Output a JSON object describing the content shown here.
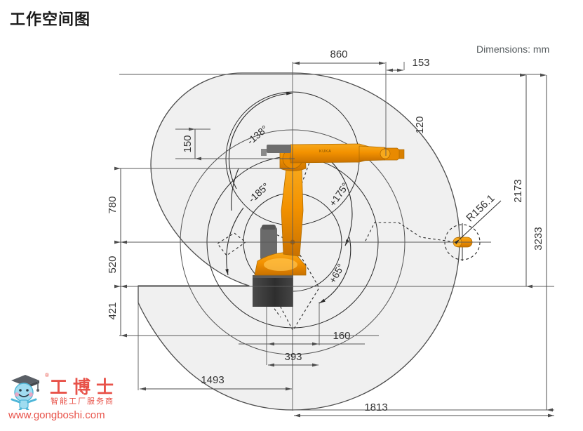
{
  "header": {
    "title": "工作空间图",
    "units_note": "Dimensions: mm"
  },
  "diagram": {
    "type": "robot-working-envelope",
    "robot_color": "#F39200",
    "robot_base_color": "#3a3a3a",
    "envelope_fill": "#f0f0f0",
    "envelope_stroke": "#4d4d4d",
    "dimension_line_color": "#4d4d4d",
    "dimensions": {
      "top_860": "860",
      "top_153": "153",
      "right_2173": "2173",
      "right_3233": "3233",
      "left_150": "150",
      "left_780": "780",
      "left_520": "520",
      "left_421": "421",
      "right_120": "120",
      "bottom_160": "160",
      "bottom_393": "393",
      "bottom_1493": "1493",
      "bottom_1813": "1813",
      "radius_r156": "R156.1"
    },
    "angles": {
      "a1_neg138": "-138°",
      "a2_neg185": "-185°",
      "a3_pos175": "+175°",
      "a4_pos65": "+65°"
    },
    "robot_label": "KUKA"
  },
  "watermark": {
    "brand": "工博士",
    "subtitle": "智能工厂服务商",
    "url": "www.gongboshi.com",
    "registered_mark": "®",
    "color": "#e8534a"
  }
}
